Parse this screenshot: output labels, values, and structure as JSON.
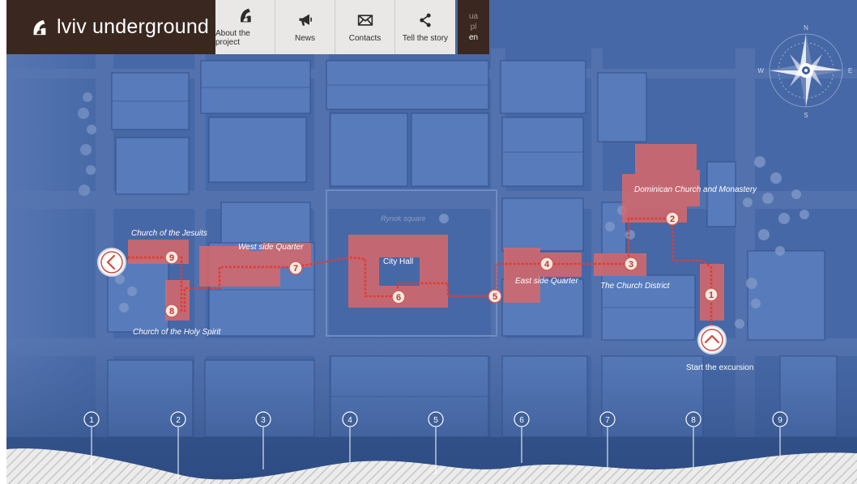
{
  "header": {
    "logo_text": "lviv underground",
    "nav": [
      {
        "label": "About the project",
        "icon": "logo-mark-icon"
      },
      {
        "label": "News",
        "icon": "megaphone-icon"
      },
      {
        "label": "Contacts",
        "icon": "envelope-icon"
      },
      {
        "label": "Tell the story",
        "icon": "share-icon"
      }
    ],
    "languages": [
      {
        "code": "ua",
        "active": false
      },
      {
        "code": "pl",
        "active": false
      },
      {
        "code": "en",
        "active": true
      }
    ]
  },
  "map": {
    "labels": {
      "jesuits": "Church of the Jesuits",
      "west_quarter": "West side Quarter",
      "rynok": "Rynok square",
      "city_hall": "City Hall",
      "east_quarter": "East side Quarter",
      "church_district": "The Church District",
      "dominican": "Dominican Church and Monastery",
      "holy_spirit": "Church of the Holy Spirit",
      "start": "Start the excursion"
    },
    "stops": [
      "1",
      "2",
      "3",
      "4",
      "5",
      "6",
      "7",
      "8",
      "9"
    ],
    "compass": {
      "n": "N",
      "s": "S",
      "e": "E",
      "w": "W"
    }
  },
  "timeline": [
    "1",
    "2",
    "3",
    "4",
    "5",
    "6",
    "7",
    "8",
    "9"
  ],
  "colors": {
    "header_bg": "#3a2820",
    "nav_bg": "#e9e8e6",
    "map_base": "#4668a6",
    "building_highlight": "#d9696a",
    "route": "#e23b32"
  }
}
